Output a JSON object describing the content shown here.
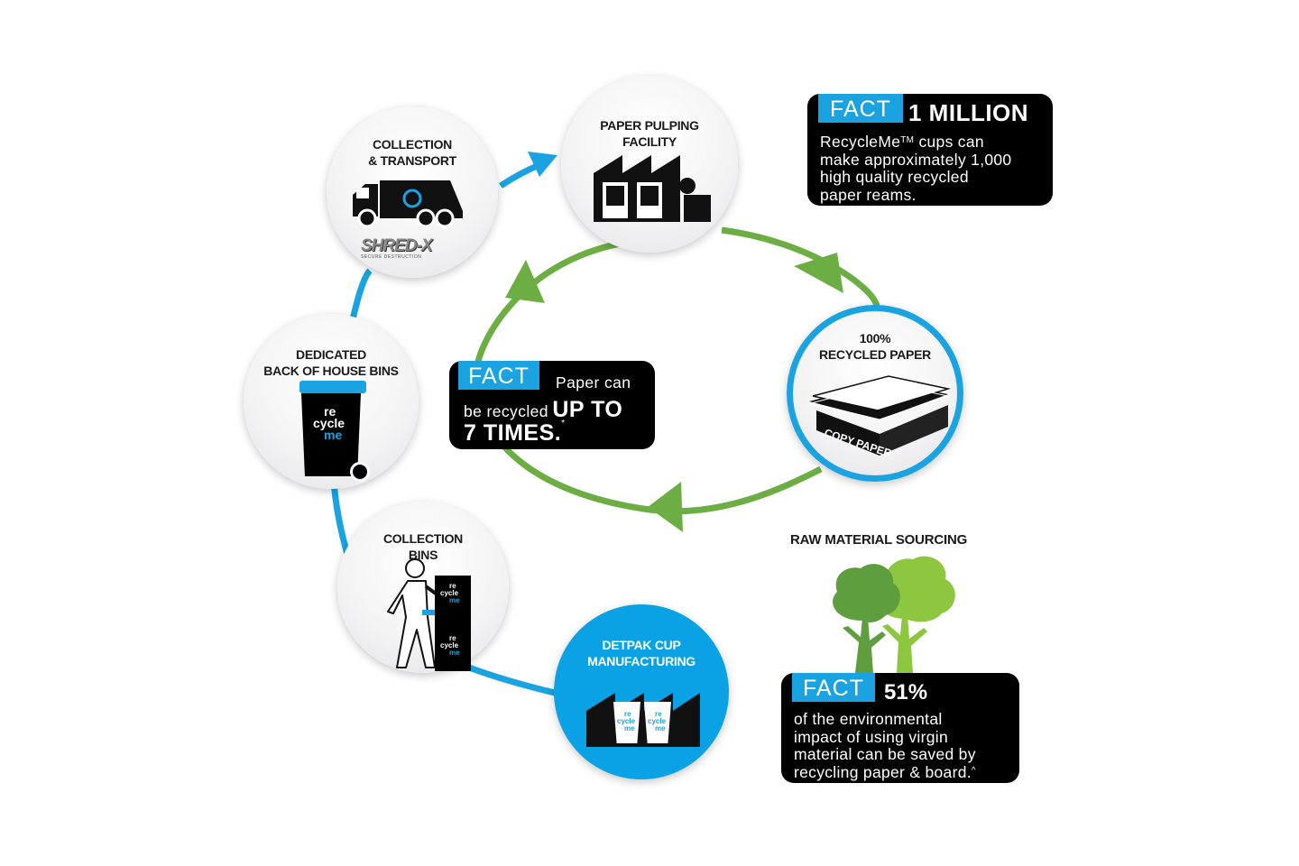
{
  "nodes": {
    "collection_transport": {
      "label_line1": "COLLECTION",
      "label_line2": "& TRANSPORT",
      "logo_text": "SHRED-X",
      "logo_subtext": "SECURE DESTRUCTION"
    },
    "paper_pulping": {
      "label_line1": "PAPER PULPING",
      "label_line2": "FACILITY"
    },
    "recycled_paper": {
      "label_line1": "100%",
      "label_line2": "RECYCLED PAPER",
      "box_text": "COPY PAPER"
    },
    "back_of_house_bins": {
      "label_line1": "DEDICATED",
      "label_line2": "BACK OF HOUSE BINS",
      "bin_text_1": "re",
      "bin_text_2": "cycle",
      "bin_text_3": "me"
    },
    "collection_bins": {
      "label_line1": "COLLECTION",
      "label_line2": "BINS",
      "bin_text_1": "re",
      "bin_text_2": "cycle",
      "bin_text_3": "me"
    },
    "detpak_cup": {
      "label_line1": "DETPAK CUP",
      "label_line2": "MANUFACTURING",
      "cup_text_1": "re",
      "cup_text_2": "cycle",
      "cup_text_3": "me"
    }
  },
  "facts": {
    "million": {
      "tag": "FACT",
      "headline": "1 MILLION",
      "line1_pre": "RecycleMe",
      "line1_tm": "TM",
      "line1_post": " cups can",
      "line2": "make approximately 1,000",
      "line3": "high quality recycled",
      "line4": "paper reams."
    },
    "seven_times": {
      "tag": "FACT",
      "line1": "Paper can",
      "line2_pre": "be recycled",
      "line2_bold": "UP TO",
      "line3_bold": "7 TIMES.",
      "line3_mark": "*"
    },
    "percent": {
      "tag": "FACT",
      "headline": "51%",
      "line1": "of the environmental",
      "line2": "impact of using virgin",
      "line3": "material can be saved by",
      "line4": "recycling paper & board.",
      "line4_mark": "^"
    }
  },
  "raw_material": {
    "title": "RAW MATERIAL SOURCING"
  },
  "colors": {
    "blue": "#1aa3e0",
    "green": "#6cae44",
    "tree_dark": "#5e9e3e",
    "tree_light": "#8dc63f",
    "black": "#000000"
  },
  "icons": [
    "recycle-icon",
    "garbage-truck-icon",
    "factory-icon",
    "paper-ream-icon",
    "wheelie-bin-icon",
    "person-icon",
    "tree-icon",
    "cup-icon"
  ]
}
